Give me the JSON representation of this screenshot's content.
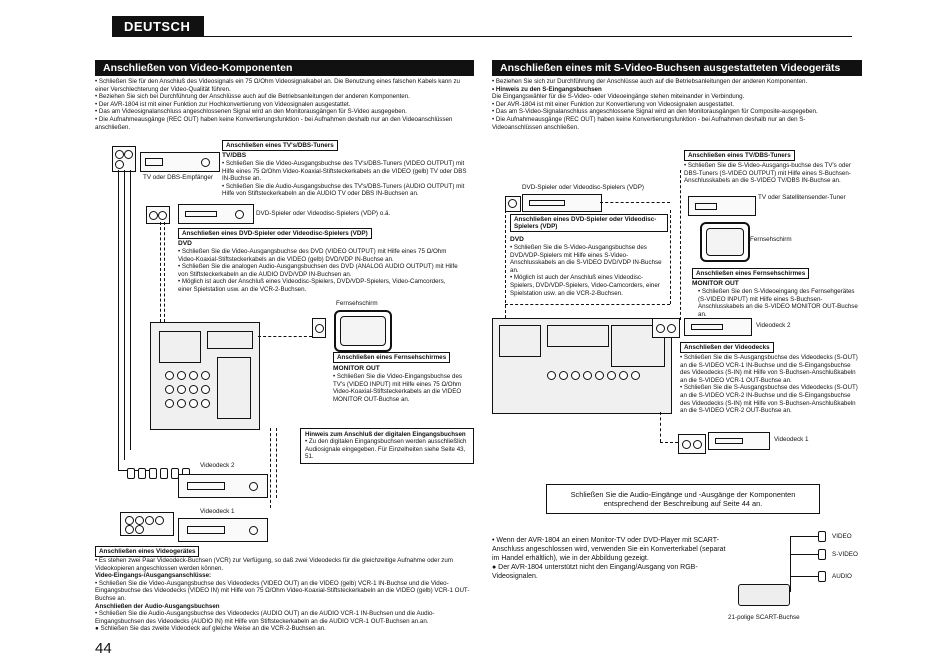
{
  "tab_label": "DEUTSCH",
  "page_number": "44",
  "left": {
    "title": "Anschließen von Video-Komponenten",
    "bullets": [
      "• Schließen Sie für den Anschluß des Videosignals ein 75 Ω/Ohm Videosignalkabel an. Die Benutzung eines falschen Kabels kann zu einer Verschlechterung der Video-Qualität führen.",
      "• Beziehen Sie sich bei Durchführung der Anschlüsse auch auf die Betriebsanleitungen der anderen Komponenten.",
      "• Der AVR-1804 ist mit einer Funktion zur Hochkonvertierung von Videosignalen ausgestattet.",
      "• Das am Videosignalanschluss angeschlossenen Signal wird an den Monitorausgängen für S-Video ausgegeben.",
      "• Die Aufnahmeausgänge (REC OUT) haben keine Konvertierungsfunktion - bei Aufnahmen deshalb nur an den Videoanschlüssen anschließen."
    ],
    "tv_box": {
      "head": "Anschließen eines TV's/DBS-Tuners",
      "sub": "TV/DBS",
      "lines": [
        "• Schließen Sie die Video-Ausgangsbuchse des TV's/DBS-Tuners (VIDEO OUTPUT) mit Hilfe eines 75 Ω/Ohm Video-Koaxial-Stiftsteckerkabels an die VIDEO (gelb) TV oder DBS IN-Buchse an.",
        "• Schließen Sie die Audio-Ausgangsbuchse des TV's/DBS-Tuners (AUDIO OUTPUT) mit Hilfe von Stiftsteckerkabeln an die AUDIO TV oder DBS IN-Buchsen an."
      ],
      "device_label": "TV oder DBS-Empfänger"
    },
    "dvd_label": "DVD-Spieler oder Videodisc-Spielers (VDP) o.ä.",
    "dvd_box": {
      "head": "Anschließen eines DVD-Spieler oder Videodisc-Spielers (VDP)",
      "sub": "DVD",
      "lines": [
        "• Schließen Sie die Video-Ausgangsbuchse des DVD (VIDEO OUTPUT) mit Hilfe eines 75 Ω/Ohm Video-Koaxial-Stiftsteckerkabels an die VIDEO (gelb) DVD/VDP IN-Buchse an.",
        "• Schließen Sie die analogen Audio-Ausgangsbuchsen des DVD (ANALOG AUDIO OUTPUT) mit Hilfe von Stiftsteckerkabeln an die AUDIO DVD/VDP IN-Buchsen an.",
        "• Möglich ist auch der Anschluß eines Videodisc-Spielers, DVD/VDP-Spielers, Video-Camcorders, einer Spielstation usw. an die VCR-2-Buchsen."
      ]
    },
    "monitor_label": "Fernsehschirm",
    "monitor_box": {
      "head": "Anschließen eines Fernsehschirmes",
      "sub": "MONITOR OUT",
      "lines": [
        "• Schließen Sie die Video-Eingangsbuchse des TV's (VIDEO INPUT) mit Hilfe eines 75 Ω/Ohm Video-Koaxial-Stiftsteckerkabels an die VIDEO MONITOR OUT-Buchse an."
      ]
    },
    "digital_note": {
      "head": "Hinweis zum Anschluß der digitalen Eingangsbuchsen",
      "lines": [
        "• Zu den digitalen Eingangsbuchsen werden ausschließlich Audiosignale eingegeben. Für Einzelheiten siehe Seite 43, 51."
      ]
    },
    "vcr2_label": "Videodeck 2",
    "vcr1_label": "Videodeck 1",
    "vcr_box": {
      "head": "Anschließen eines Videogerätes",
      "intro": "• Es stehen zwei Paar Videodeck-Buchsen (VCR) zur Verfügung, so daß zwei Videodecks für die gleichzeitige Aufnahme oder zum Videokopieren angeschlossen werden können.",
      "video_head": "Video-Eingangs-/Ausgangsanschlüsse:",
      "video_text": "• Schließen Sie die Video-Ausgangsbuchse des Videodecks (VIDEO OUT) an die VIDEO (gelb) VCR-1 IN-Buchse und die Video-Eingangsbuchse des Videodecks (VIDEO IN) mit Hilfe von 75 Ω/Ohm Video-Koaxial-Stiftsteckerkabeln an die VIDEO (gelb) VCR-1 OUT-Buchse an.",
      "audio_head": "Anschließen der Audio-Ausgangsbuchsen",
      "audio_text": "• Schließen Sie die Audio-Ausgangsbuchse des Videodecks (AUDIO OUT) an die AUDIO VCR-1 IN-Buchsen und die Audio-Eingangsbuchsen des Videodecks (AUDIO IN) mit Hilfe von Stiftsteckerkabeln an die AUDIO VCR-1 OUT-Buchsen an.an.",
      "last": "● Schließen Sie das zweite Videodeck auf gleiche Weise an die VCR-2-Buchsen an."
    }
  },
  "right": {
    "title": "Anschließen eines mit S-Video-Buchsen ausgestatteten Videogeräts",
    "bullets": [
      "• Beziehen Sie sich zur Durchführung der Anschlüsse auch auf die Betriebsanleitungen der anderen Komponenten.",
      "• Hinweis zu den S-Eingangsbuchsen",
      "Die Eingangswähler für die S-Video- oder Videoeingänge stehen miteinander in Verbindung.",
      "• Der AVR-1804 ist mit einer Funktion zur Konvertierung von Videosignalen ausgestattet.",
      "• Das am S-Video-Signalanschluss angeschlossene Signal wird an den Monitorausgängen für Composite-ausgegeben.",
      "• Die Aufnahmeausgänge (REC OUT) haben keine Konvertierungsfunktion - bei Aufnahmen deshalb nur an den S-Videoanschlüssen anschließen."
    ],
    "tv_box": {
      "head": "Anschließen eines TV/DBS-Tuners",
      "lines": [
        "• Schließen Sie die S-Video-Ausgangs-buchse des TV's oder DBS-Tuners (S-VIDEO OUTPUT) mit Hilfe eines S-Buchsen-Anschlusskabels an die S-VIDEO TV/DBS IN-Buchse an."
      ],
      "device_label": "TV oder Satellitensender-Tuner"
    },
    "dvd_label": "DVD-Spieler oder Videodisc-Spielers (VDP)",
    "dvd_box": {
      "head": "Anschließen eines DVD-Spieler oder Videodisc-Spielers (VDP)",
      "sub": "DVD",
      "lines": [
        "• Schließen Sie die S-Video-Ausgangsbuchse des DVD/VDP-Spielers mit Hilfe eines S-Video-Anschlusskabels an die S-VIDEO DVD/VDP IN-Buchse an.",
        "• Möglich ist auch der Anschluß eines Videodisc-Spielers, DVD/VDP-Spielers, Video-Camcorders, einer Spielstation usw. an die VCR-2-Buchsen."
      ]
    },
    "monitor_label": "Fernsehschirm",
    "monitor_box": {
      "head": "Anschließen eines Fernsehschirmes",
      "sub": "MONITOR OUT",
      "lines": [
        "• Schließen Sie den S-Videoeingang des Fernsehgerätes (S-VIDEO INPUT) mit Hilfe eines S-Buchsen-Anschlusskabels an die S-VIDEO MONITOR OUT-Buchse an."
      ]
    },
    "vcr2_label": "Videodeck 2",
    "vcr1_label": "Videodeck 1",
    "vcr_box": {
      "head": "Anschließen der Videodecks",
      "lines": [
        "• Schließen Sie die S-Ausgangsbuchse des Videodecks (S-OUT) an die S-VIDEO VCR-1 IN-Buchse und die S-Eingangsbuchse des Videodecks (S-IN) mit Hilfe von S-Buchsen-Anschlußkabeln an die S-VIDEO VCR-1 OUT-Buchse an.",
        "• Schließen Sie die S-Ausgangsbuchse des Videodecks (S-OUT) an die S-VIDEO VCR-2 IN-Buchse und die S-Eingangsbuchse des Videodecks (S-IN) mit Hilfe von S-Buchsen-Anschlußkabeln an die S-VIDEO VCR-2 OUT-Buchse an."
      ]
    },
    "center_note": "Schließen Sie die Audio-Eingänge und -Ausgänge der Komponenten entsprechend der Beschreibung auf Seite 44 an.",
    "scart_bullets": [
      "• Wenn der AVR-1804 an einen Monitor-TV oder DVD-Player mit SCART-Anschluss angeschlossen wird, verwenden Sie ein Konverterkabel (separat im Handel erhältlich), wie in der Abbildung gezeigt.",
      "● Der AVR-1804 unterstützt nicht den Eingang/Ausgang von RGB-Videosignalen."
    ],
    "scart_labels": {
      "video": "VIDEO",
      "svideo": "S-VIDEO",
      "audio": "AUDIO",
      "caption": "21-polige SCART-Buchse"
    }
  }
}
